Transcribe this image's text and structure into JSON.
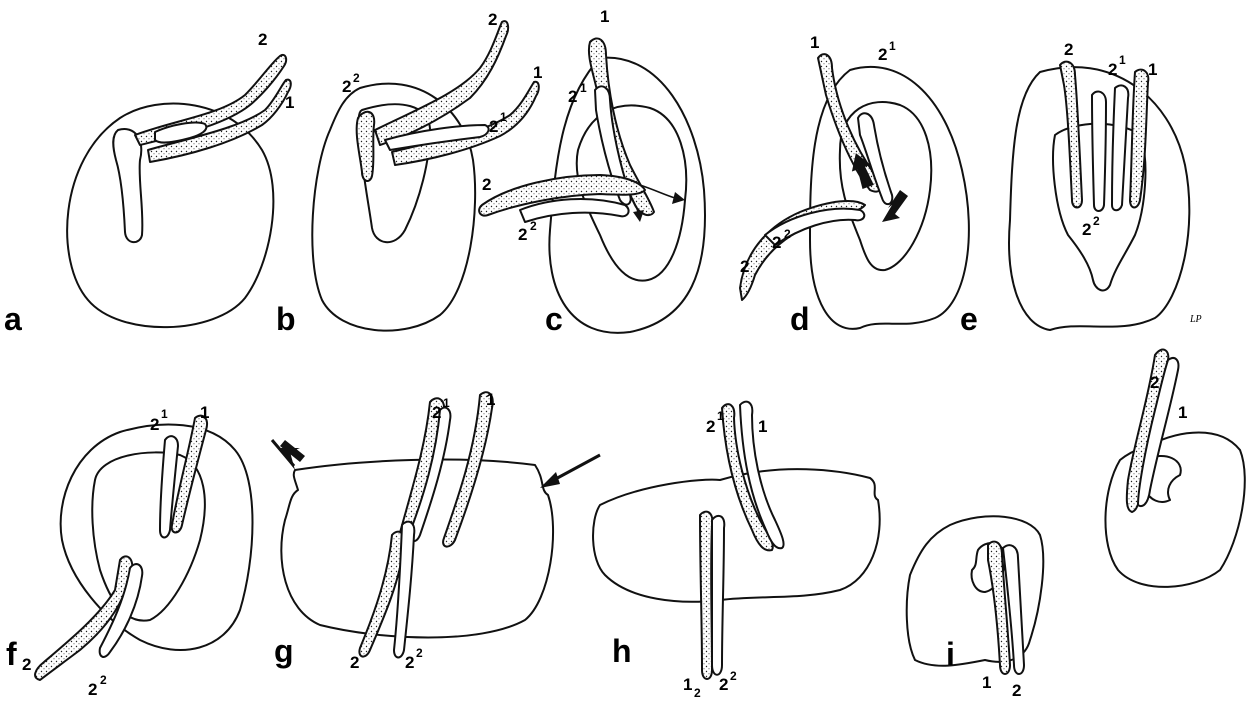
{
  "panels": {
    "a": {
      "letter": "a",
      "labels": [
        "2",
        "1"
      ]
    },
    "b": {
      "letter": "b",
      "labels": [
        "2",
        "2",
        "2",
        "1",
        "1"
      ]
    },
    "c": {
      "letter": "c",
      "labels": [
        "1",
        "2",
        "1",
        "2",
        "2",
        "2"
      ]
    },
    "d": {
      "letter": "d",
      "labels": [
        "1",
        "2",
        "1",
        "2",
        "2",
        "2"
      ]
    },
    "e": {
      "letter": "e",
      "labels": [
        "2",
        "2",
        "1",
        "1",
        "2",
        "2"
      ]
    },
    "f": {
      "letter": "f",
      "labels": [
        "2",
        "1",
        "1",
        "2",
        "2",
        "2"
      ]
    },
    "g": {
      "letter": "g",
      "labels": [
        "2",
        "1",
        "1",
        "2",
        "2",
        "2"
      ]
    },
    "h": {
      "letter": "h",
      "labels": [
        "2",
        "1",
        "1",
        "1",
        "2",
        "2",
        "2"
      ]
    },
    "i": {
      "letter": "i",
      "labels": [
        "1",
        "2"
      ]
    },
    "extra": {
      "labels": [
        "2",
        "1"
      ]
    }
  },
  "signature": "LP"
}
